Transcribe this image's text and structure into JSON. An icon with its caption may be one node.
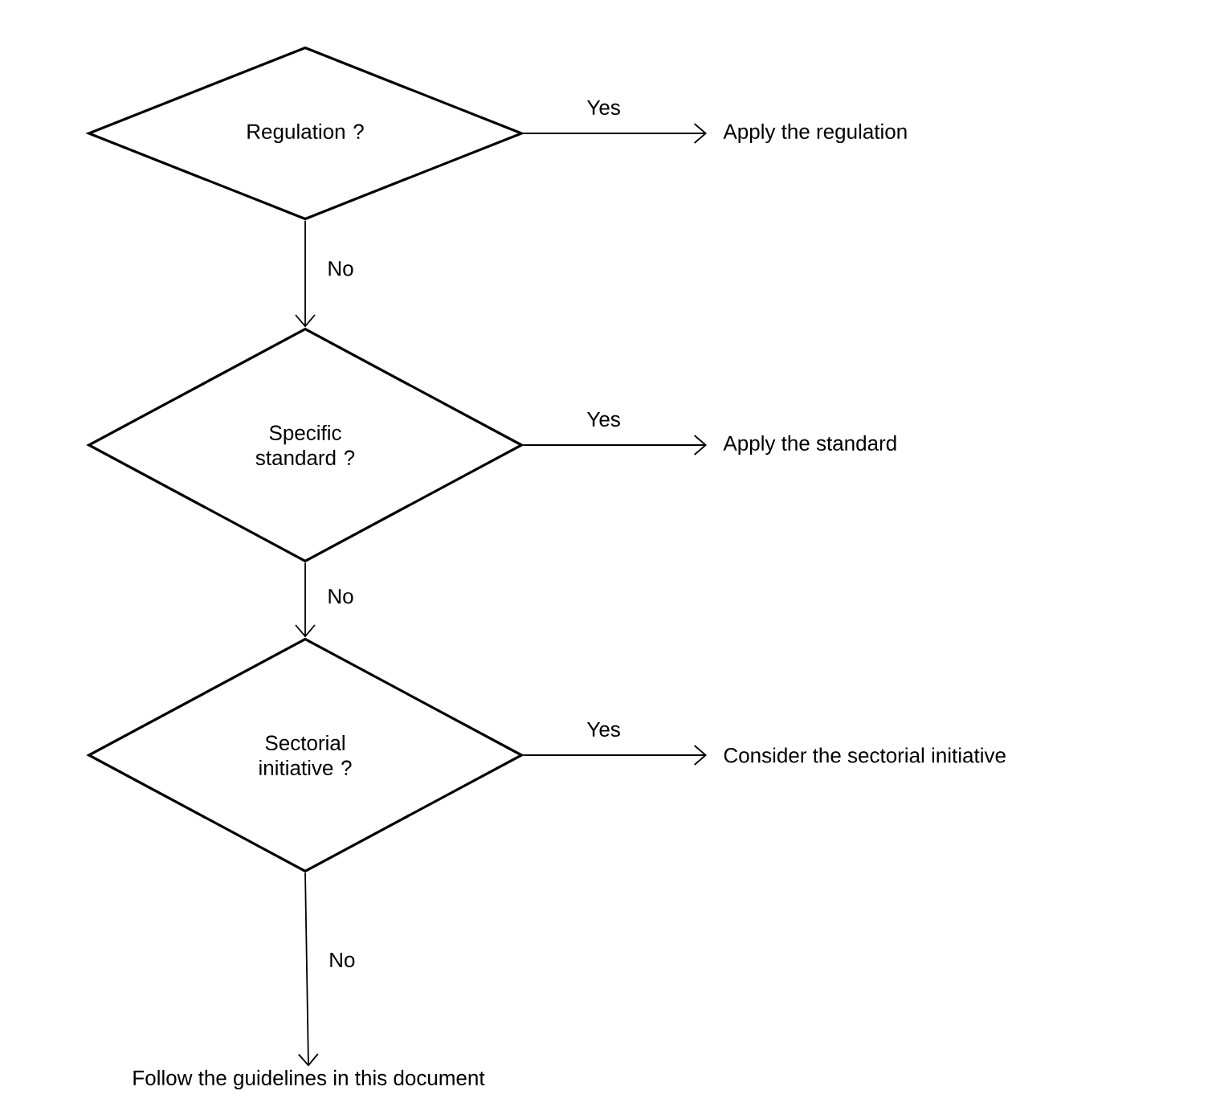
{
  "diagram": {
    "nodes": [
      {
        "text": [
          "Regulation ?"
        ]
      },
      {
        "text": [
          "Apply the regulation"
        ]
      },
      {
        "text": [
          "Specific standard ?"
        ]
      },
      {
        "text": [
          "Apply the standard"
        ]
      },
      {
        "text": [
          "Sectorial initiative ?"
        ]
      },
      {
        "text": [
          "Consider the sectorial initiative"
        ]
      },
      {
        "text": [
          "Follow the guidelines in this document"
        ]
      }
    ],
    "edges": [
      {
        "from": 0,
        "to": 1,
        "arrow": "to",
        "label": "Yes"
      },
      {
        "from": 0,
        "to": 2,
        "arrow": "to",
        "label": "No"
      },
      {
        "from": 2,
        "to": 3,
        "arrow": "to",
        "label": "Yes"
      },
      {
        "from": 2,
        "to": 4,
        "arrow": "to",
        "label": "No"
      },
      {
        "from": 4,
        "to": 5,
        "arrow": "to",
        "label": "Yes"
      },
      {
        "from": 4,
        "to": 6,
        "arrow": "to",
        "label": "No"
      }
    ]
  }
}
